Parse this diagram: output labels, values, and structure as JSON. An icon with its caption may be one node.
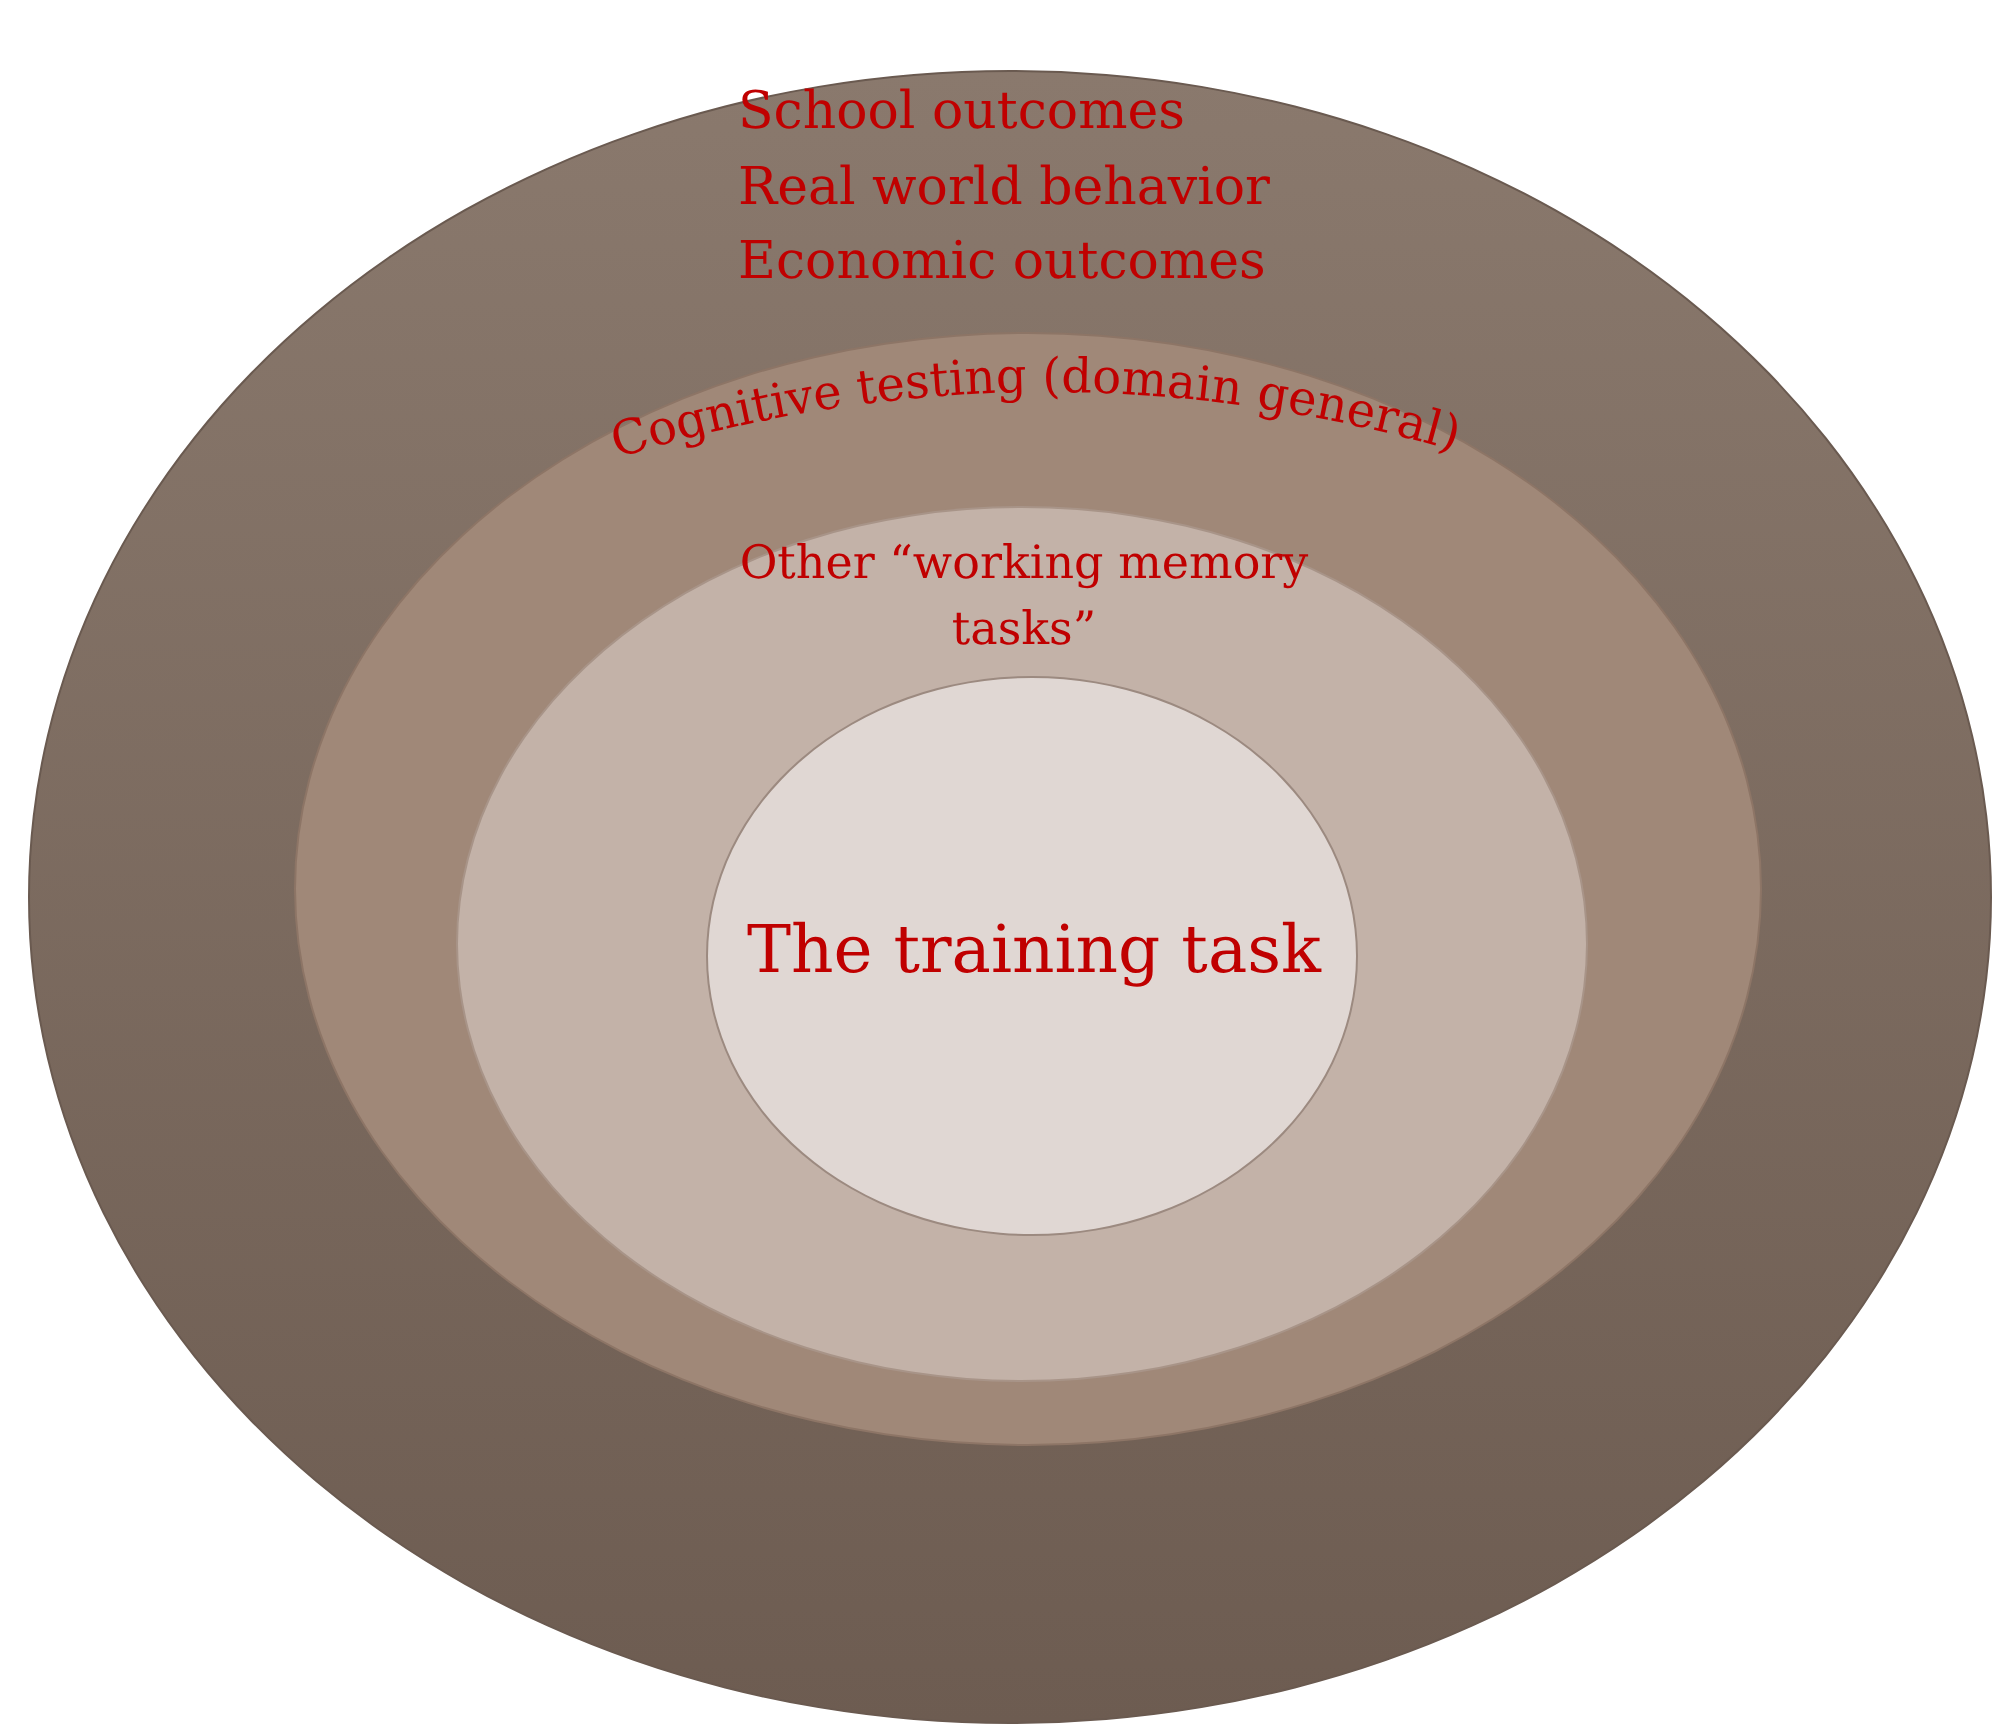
{
  "diagram": {
    "nodes": [
      {
        "text": [
          "School outcomes",
          "Real world behavior",
          "Economic outcomes"
        ]
      },
      {
        "text": [
          "Cognitive testing (domain general)"
        ],
        "in": 0
      },
      {
        "text": [
          "Other “working memory tasks”"
        ],
        "in": 1
      },
      {
        "text": [
          "The training task"
        ],
        "in": 2
      }
    ]
  }
}
